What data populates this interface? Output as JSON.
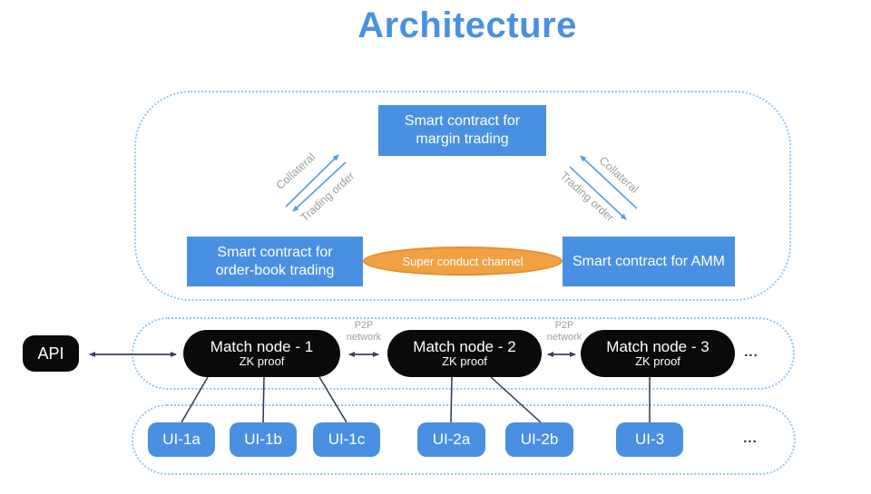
{
  "title": "Architecture",
  "colors": {
    "accent_blue": "#4a90e2",
    "dotted_border_blue": "#92c6f5",
    "orange_fill": "#f0a143",
    "orange_border": "#e58e26",
    "node_black": "#0a0a0a",
    "gray_label": "#9aa0a6",
    "arrow_blue": "#5b9be0",
    "arrow_dark": "#3d3d63"
  },
  "contract_boxes": {
    "margin": "Smart contract for margin trading",
    "order_book": "Smart contract for order-book trading",
    "amm": "Smart contract for AMM"
  },
  "channel": {
    "label": "Super conduct channel"
  },
  "edge_labels": {
    "left_top": "Collateral",
    "left_bottom": "Trading order",
    "right_top": "Collateral",
    "right_bottom": "Trading order"
  },
  "api": {
    "label": "API"
  },
  "match_nodes": [
    {
      "label": "Match node - 1",
      "sublabel": "ZK proof"
    },
    {
      "label": "Match node - 2",
      "sublabel": "ZK proof"
    },
    {
      "label": "Match node - 3",
      "sublabel": "ZK proof"
    }
  ],
  "p2p_labels": {
    "first": "P2P network",
    "second": "P2P network"
  },
  "ui_nodes": {
    "ui_1a": "UI-1a",
    "ui_1b": "UI-1b",
    "ui_1c": "UI-1c",
    "ui_2a": "UI-2a",
    "ui_2b": "UI-2b",
    "ui_3": "UI-3"
  },
  "ellipsis": {
    "match_row": "...",
    "ui_row": "..."
  }
}
